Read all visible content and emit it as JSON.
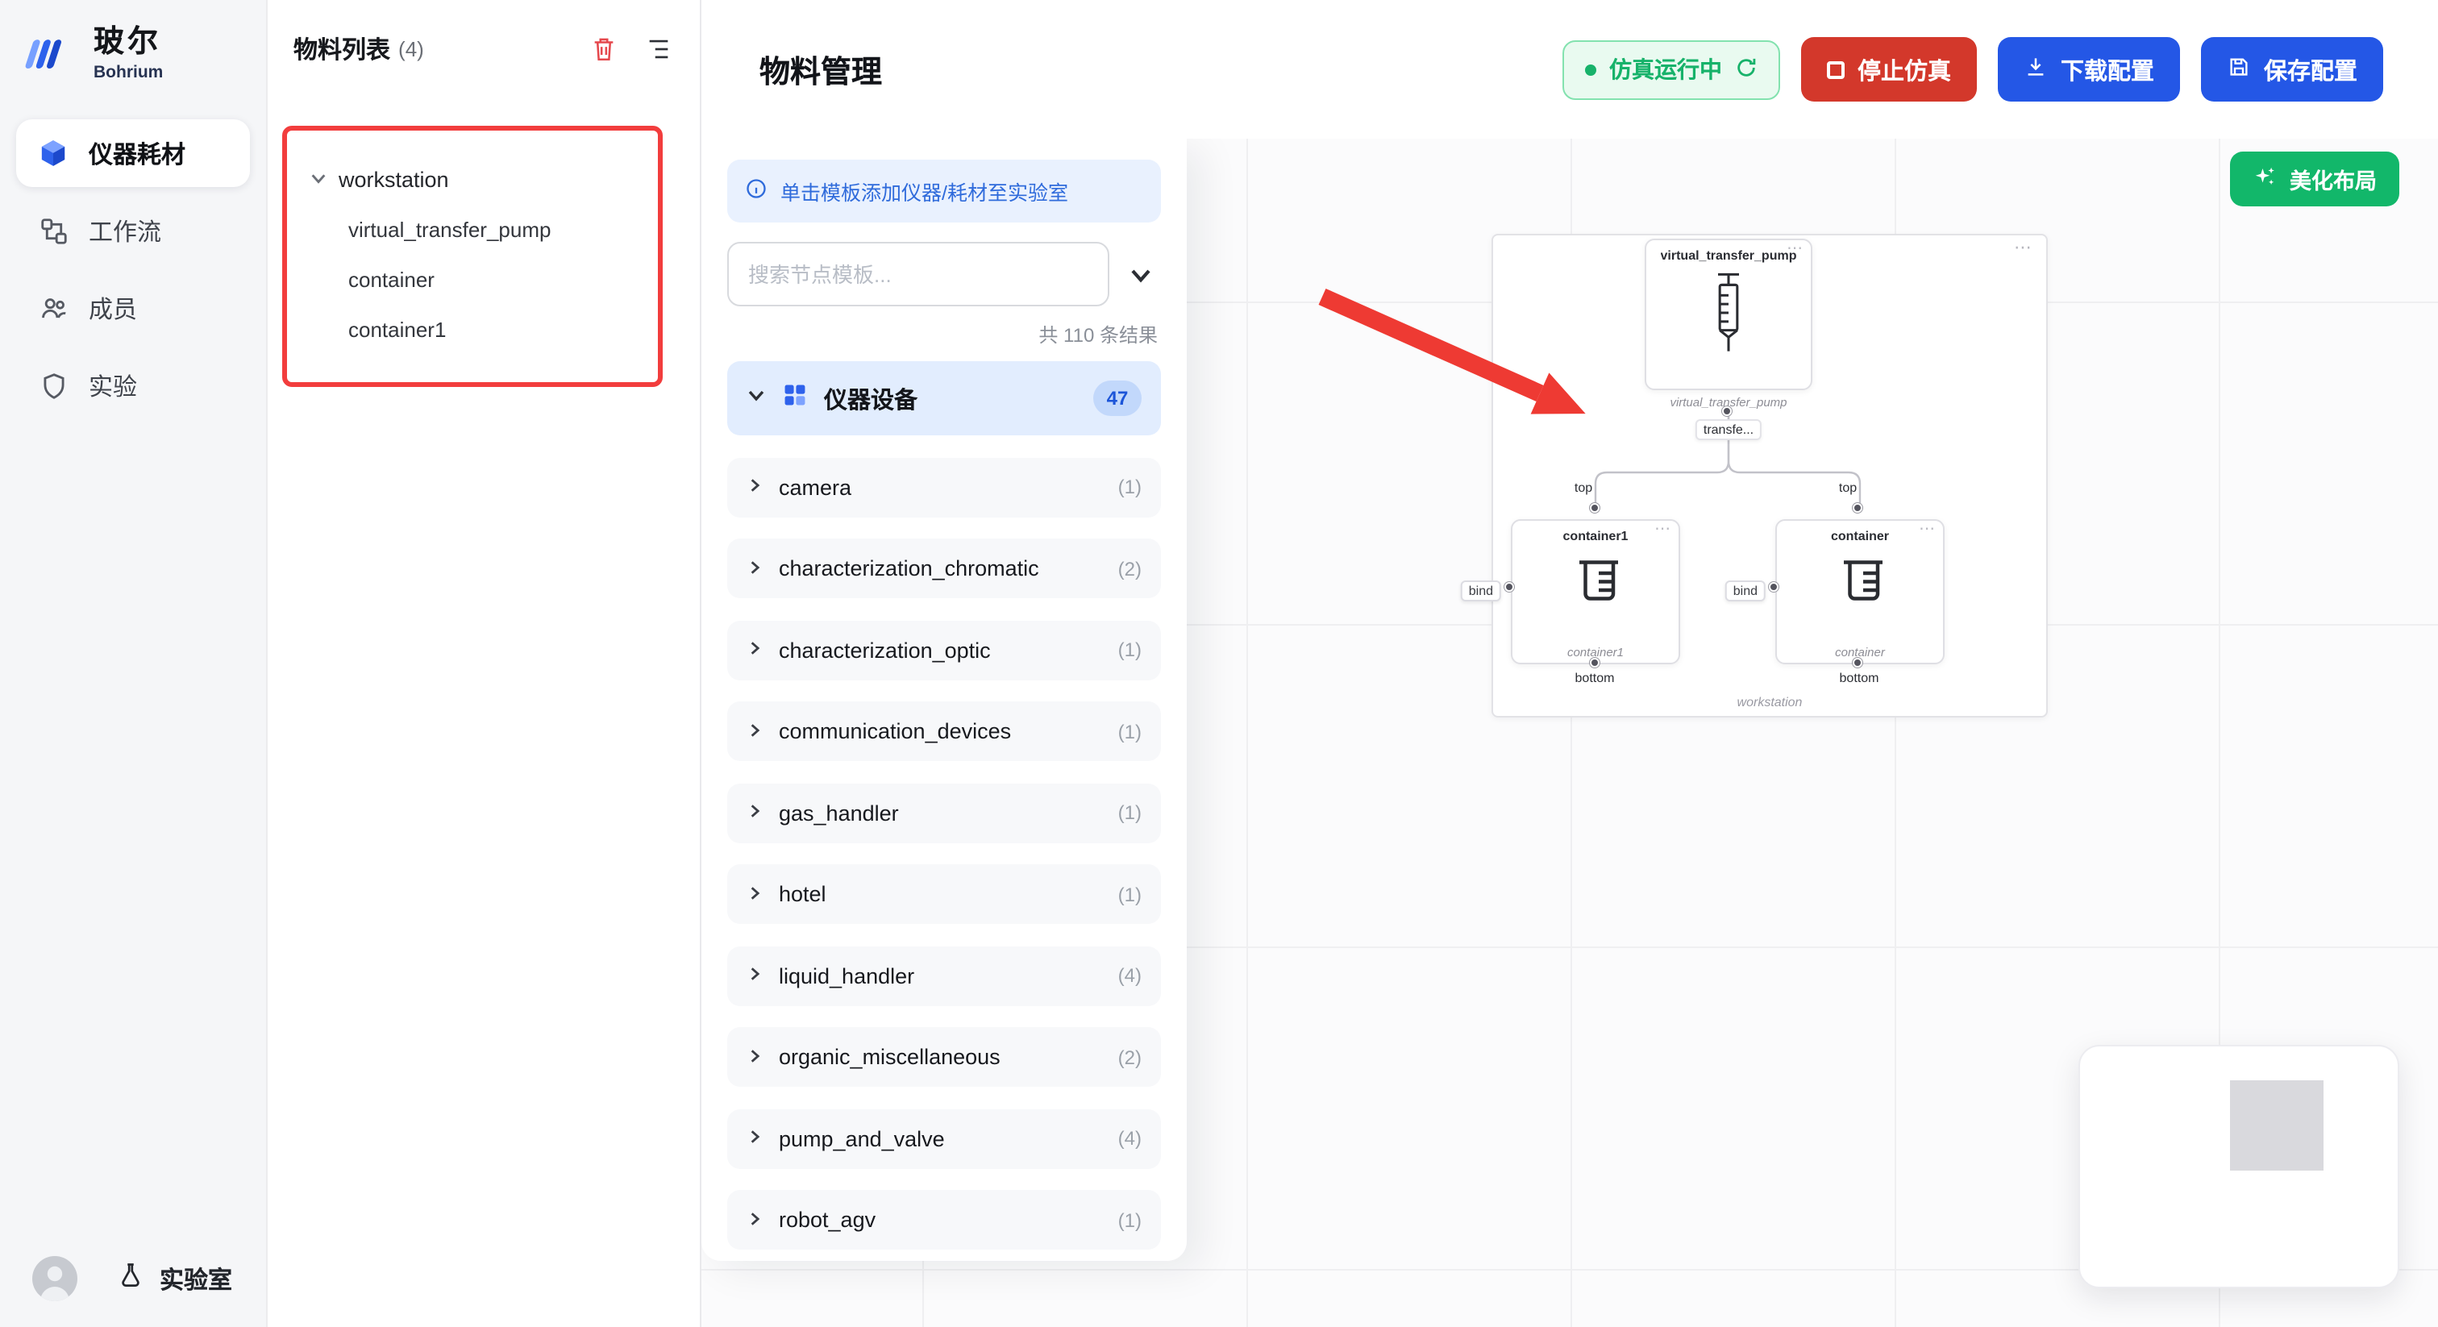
{
  "brand": {
    "cn": "玻尔",
    "en": "Bohrium"
  },
  "icons": {
    "ellipsis": "⋯"
  },
  "sidebar": {
    "items": [
      {
        "label": "仪器耗材"
      },
      {
        "label": "工作流"
      },
      {
        "label": "成员"
      },
      {
        "label": "实验"
      }
    ],
    "bottom_label": "实验室"
  },
  "materials_panel": {
    "title": "物料列表",
    "count": "(4)",
    "tree": {
      "root": "workstation",
      "children": [
        "virtual_transfer_pump",
        "container",
        "container1"
      ]
    }
  },
  "header": {
    "title": "物料管理",
    "status_label": "仿真运行中",
    "stop_label": "停止仿真",
    "download_label": "下载配置",
    "save_label": "保存配置"
  },
  "template_panel": {
    "banner": "单击模板添加仪器/耗材至实验室",
    "search_placeholder": "搜索节点模板...",
    "results_summary": "共 110 条结果",
    "category": {
      "label": "仪器设备",
      "count": "47"
    },
    "items": [
      {
        "label": "camera",
        "count": "(1)"
      },
      {
        "label": "characterization_chromatic",
        "count": "(2)"
      },
      {
        "label": "characterization_optic",
        "count": "(1)"
      },
      {
        "label": "communication_devices",
        "count": "(1)"
      },
      {
        "label": "gas_handler",
        "count": "(1)"
      },
      {
        "label": "hotel",
        "count": "(1)"
      },
      {
        "label": "liquid_handler",
        "count": "(4)"
      },
      {
        "label": "organic_miscellaneous",
        "count": "(2)"
      },
      {
        "label": "pump_and_valve",
        "count": "(4)"
      },
      {
        "label": "robot_agv",
        "count": "(1)"
      }
    ]
  },
  "canvas": {
    "beautify_label": "美化布局",
    "workstation_label": "workstation",
    "pump": {
      "title": "virtual_transfer_pump",
      "sub": "virtual_transfer_pump",
      "port": "transfe..."
    },
    "ports": {
      "top": "top",
      "bottom": "bottom",
      "bind": "bind"
    },
    "containers": [
      {
        "title": "container1",
        "sub": "container1"
      },
      {
        "title": "container",
        "sub": "container"
      }
    ]
  },
  "colors": {
    "primary": "#2457e6",
    "danger": "#d3382b",
    "success": "#12b76a",
    "annotation": "#ee3a33"
  }
}
